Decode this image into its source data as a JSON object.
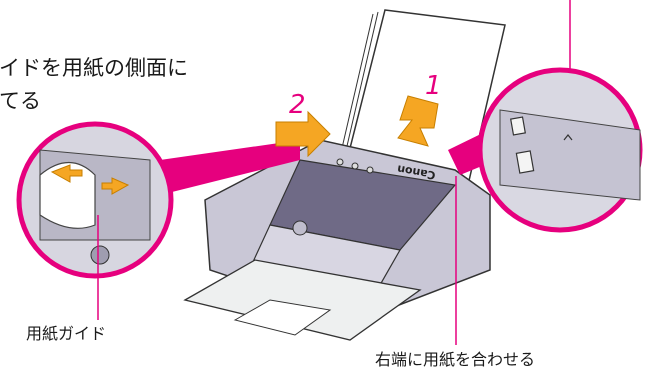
{
  "instruction": {
    "line1": "イドを用紙の側面に",
    "line2": "てる"
  },
  "steps": {
    "step1": "1",
    "step2": "2"
  },
  "callouts": {
    "paper_guide": "用紙ガイド",
    "align_right": "右端に用紙を合わせる"
  },
  "brand": {
    "logo_text": "Canon"
  },
  "colors": {
    "accent_magenta": "#e6007e",
    "arrow_orange": "#f5a623",
    "printer_body": "#c9c7d6",
    "printer_dark": "#6f6a86"
  },
  "icons": [
    "push-arrow-icon",
    "insert-arrow-icon"
  ]
}
